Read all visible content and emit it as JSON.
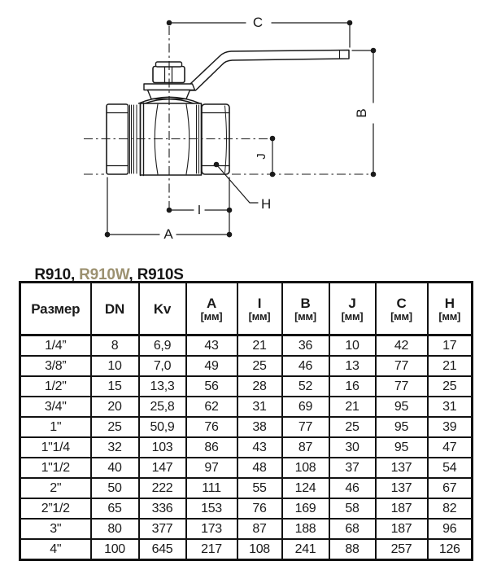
{
  "title": {
    "part1": "R910, ",
    "part2": "R910W",
    "part3": ", R910S"
  },
  "title_alt_color": "#9c9170",
  "line_color": "#1a1a1a",
  "drawing": {
    "labels": {
      "A": "A",
      "B": "B",
      "C": "C",
      "H": "H",
      "I": "I",
      "J": "J"
    }
  },
  "table": {
    "headers": [
      {
        "main": "Размер",
        "sub": ""
      },
      {
        "main": "DN",
        "sub": ""
      },
      {
        "main": "Kv",
        "sub": ""
      },
      {
        "main": "A",
        "sub": "[мм]"
      },
      {
        "main": "I",
        "sub": "[мм]"
      },
      {
        "main": "B",
        "sub": "[мм]"
      },
      {
        "main": "J",
        "sub": "[мм]"
      },
      {
        "main": "C",
        "sub": "[мм]"
      },
      {
        "main": "H",
        "sub": "[мм]"
      }
    ],
    "rows": [
      [
        "1/4”",
        "8",
        "6,9",
        "43",
        "21",
        "36",
        "10",
        "42",
        "17"
      ],
      [
        "3/8”",
        "10",
        "7,0",
        "49",
        "25",
        "46",
        "13",
        "77",
        "21"
      ],
      [
        "1/2\"",
        "15",
        "13,3",
        "56",
        "28",
        "52",
        "16",
        "77",
        "25"
      ],
      [
        "3/4\"",
        "20",
        "25,8",
        "62",
        "31",
        "69",
        "21",
        "95",
        "31"
      ],
      [
        "1\"",
        "25",
        "50,9",
        "76",
        "38",
        "77",
        "25",
        "95",
        "39"
      ],
      [
        "1\"1/4",
        "32",
        "103",
        "86",
        "43",
        "87",
        "30",
        "95",
        "47"
      ],
      [
        "1\"1/2",
        "40",
        "147",
        "97",
        "48",
        "108",
        "37",
        "137",
        "54"
      ],
      [
        "2\"",
        "50",
        "222",
        "111",
        "55",
        "124",
        "46",
        "137",
        "67"
      ],
      [
        "2”1/2",
        "65",
        "336",
        "153",
        "76",
        "169",
        "58",
        "187",
        "82"
      ],
      [
        "3\"",
        "80",
        "377",
        "173",
        "87",
        "188",
        "68",
        "187",
        "96"
      ],
      [
        "4\"",
        "100",
        "645",
        "217",
        "108",
        "241",
        "88",
        "257",
        "126"
      ]
    ]
  }
}
